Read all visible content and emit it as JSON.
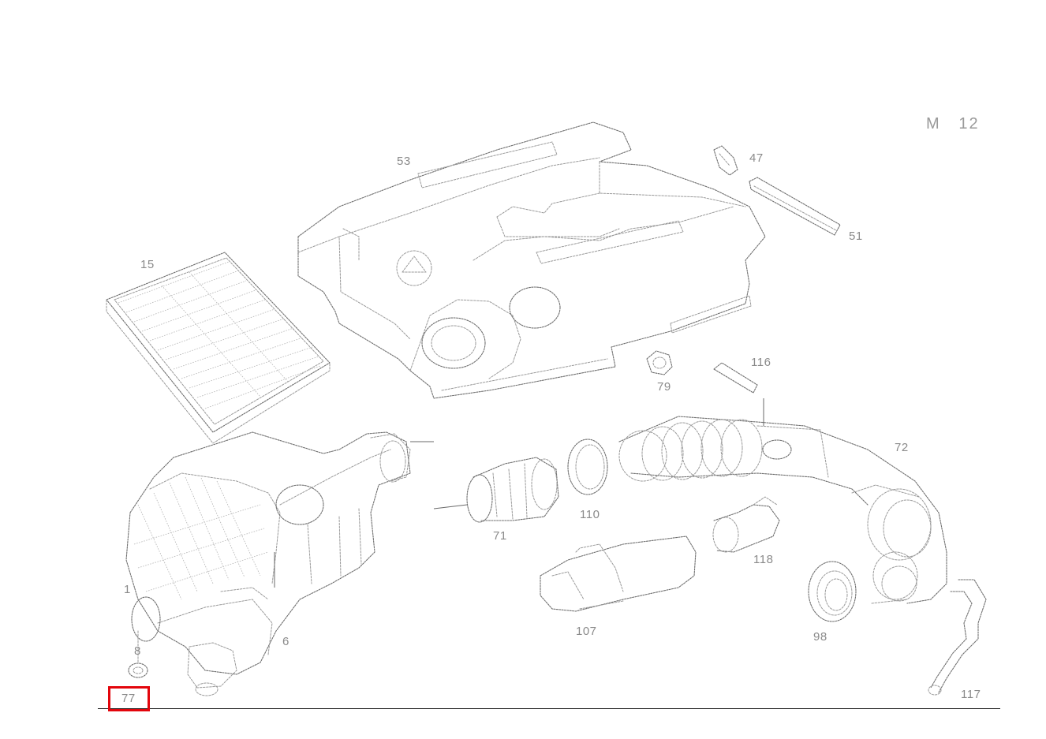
{
  "sheet": {
    "id": "M   12"
  },
  "callouts": [
    {
      "key": "c15",
      "text": "15"
    },
    {
      "key": "c53",
      "text": "53"
    },
    {
      "key": "c47",
      "text": "47"
    },
    {
      "key": "c51",
      "text": "51"
    },
    {
      "key": "c79",
      "text": "79"
    },
    {
      "key": "c116",
      "text": "116"
    },
    {
      "key": "c72",
      "text": "72"
    },
    {
      "key": "c71",
      "text": "71"
    },
    {
      "key": "c110",
      "text": "110"
    },
    {
      "key": "c118",
      "text": "118"
    },
    {
      "key": "c107",
      "text": "107"
    },
    {
      "key": "c98",
      "text": "98"
    },
    {
      "key": "c1",
      "text": "1"
    },
    {
      "key": "c6",
      "text": "6"
    },
    {
      "key": "c8",
      "text": "8"
    },
    {
      "key": "c77",
      "text": "77"
    },
    {
      "key": "c117",
      "text": "117"
    }
  ],
  "highlight": {
    "target": "77",
    "color": "#e3050c"
  }
}
